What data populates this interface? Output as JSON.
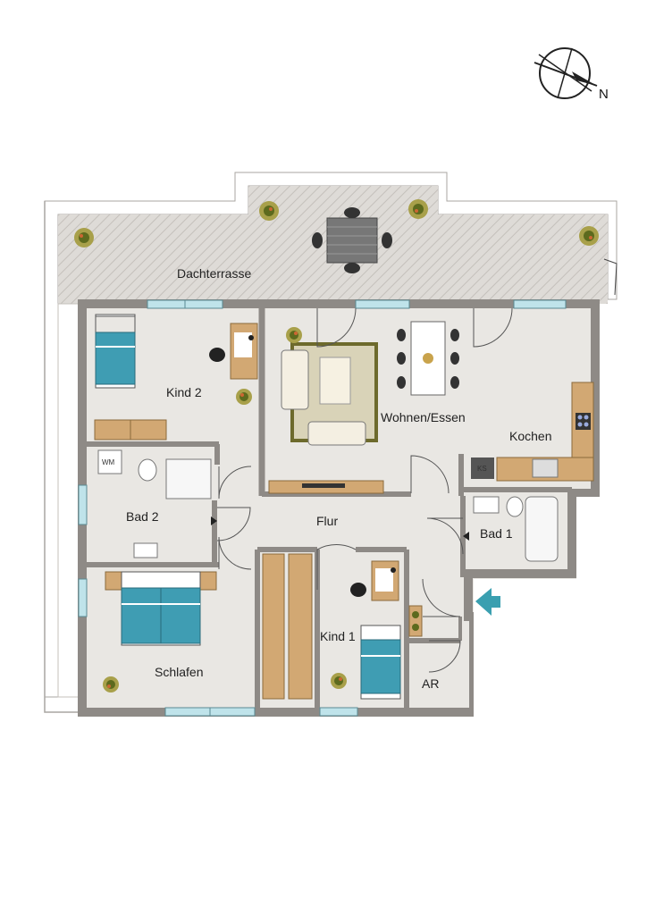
{
  "plan": {
    "compass": {
      "north_label": "N"
    },
    "rooms": {
      "dachterrasse": "Dachterrasse",
      "kind2": "Kind 2",
      "wohnen_essen": "Wohnen/Essen",
      "kochen": "Kochen",
      "bad2": "Bad 2",
      "flur": "Flur",
      "bad1": "Bad 1",
      "schlafen": "Schlafen",
      "kind1": "Kind 1",
      "ar": "AR"
    },
    "appliances": {
      "washing_machine": "WM",
      "fridge": "KS"
    },
    "colors": {
      "wall": "#8e8a86",
      "floor": "#e9e7e3",
      "terrace": "#d6d3cf",
      "wood": "#d2a873",
      "bed_blue": "#3f9db3",
      "rug": "#d9d3b8",
      "rug_border": "#6d6a2c",
      "window": "#bfe3ea",
      "entrance_arrow": "#3a9fb0"
    }
  }
}
